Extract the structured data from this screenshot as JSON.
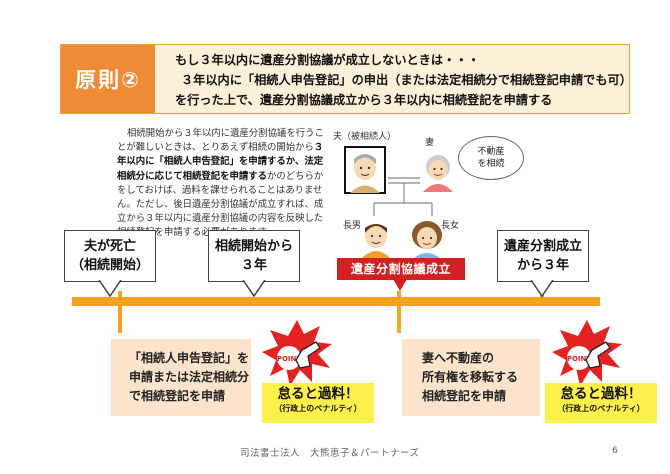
{
  "header": {
    "tab": "原則②",
    "lines": [
      "もし３年以内に遺産分割協議が成立しないときは・・・",
      "３年以内に「相続人申告登記」の申出（または法定相続分で相続登記申請でも可）",
      "を行った上で、遺産分割協議成立から３年以内に相続登記を申請する"
    ]
  },
  "explanation": {
    "p1": "相続開始から３年以内に遺産分割協議を行うことが難しいときは、とりあえず相続の開始から",
    "b1": "３年以内に「相続人申告登記」を申請するか、法定相続分に応じて相続登記を申請する",
    "p2": "かのどちらかをしておけば、過料を課せられることはありません。ただし、後日遺産分割協議が成立すれば、成立から３年以内に遺産分割協議の内容を反映した相続登記を申請する必要があります。"
  },
  "family": {
    "husband": "夫（被相続人）",
    "wife": "妻",
    "son": "長男",
    "daughter": "長女",
    "bubble_line1": "不動産",
    "bubble_line2": "を相続"
  },
  "timeline": {
    "callouts": [
      {
        "line1": "夫が死亡",
        "line2": "（相続開始）"
      },
      {
        "line1": "相続開始から",
        "line2": "３年"
      },
      {
        "line1": "遺産分割成立",
        "line2": "から３年"
      }
    ],
    "agreement": "遺産分割協議成立"
  },
  "actions": [
    {
      "lines": [
        "「相続人申告登記」を",
        "申請または法定相続分",
        "で相続登記を申請"
      ]
    },
    {
      "lines": [
        "妻へ不動産の",
        "所有権を移転する",
        "相続登記を申請"
      ]
    }
  ],
  "penalty": {
    "main": "怠ると過料！",
    "sub": "（行政上のペナルティ）",
    "badge": "POINT"
  },
  "footer": {
    "text": "司法書士法人　大熊恵子＆パートナーズ",
    "page": "6"
  },
  "colors": {
    "orange": "#ee8b34",
    "timeline": "#f5a21f",
    "header_bg": "#fdf0d8",
    "action_bg": "#fce4cc",
    "red": "#d42020",
    "yellow": "#fdf04a"
  }
}
